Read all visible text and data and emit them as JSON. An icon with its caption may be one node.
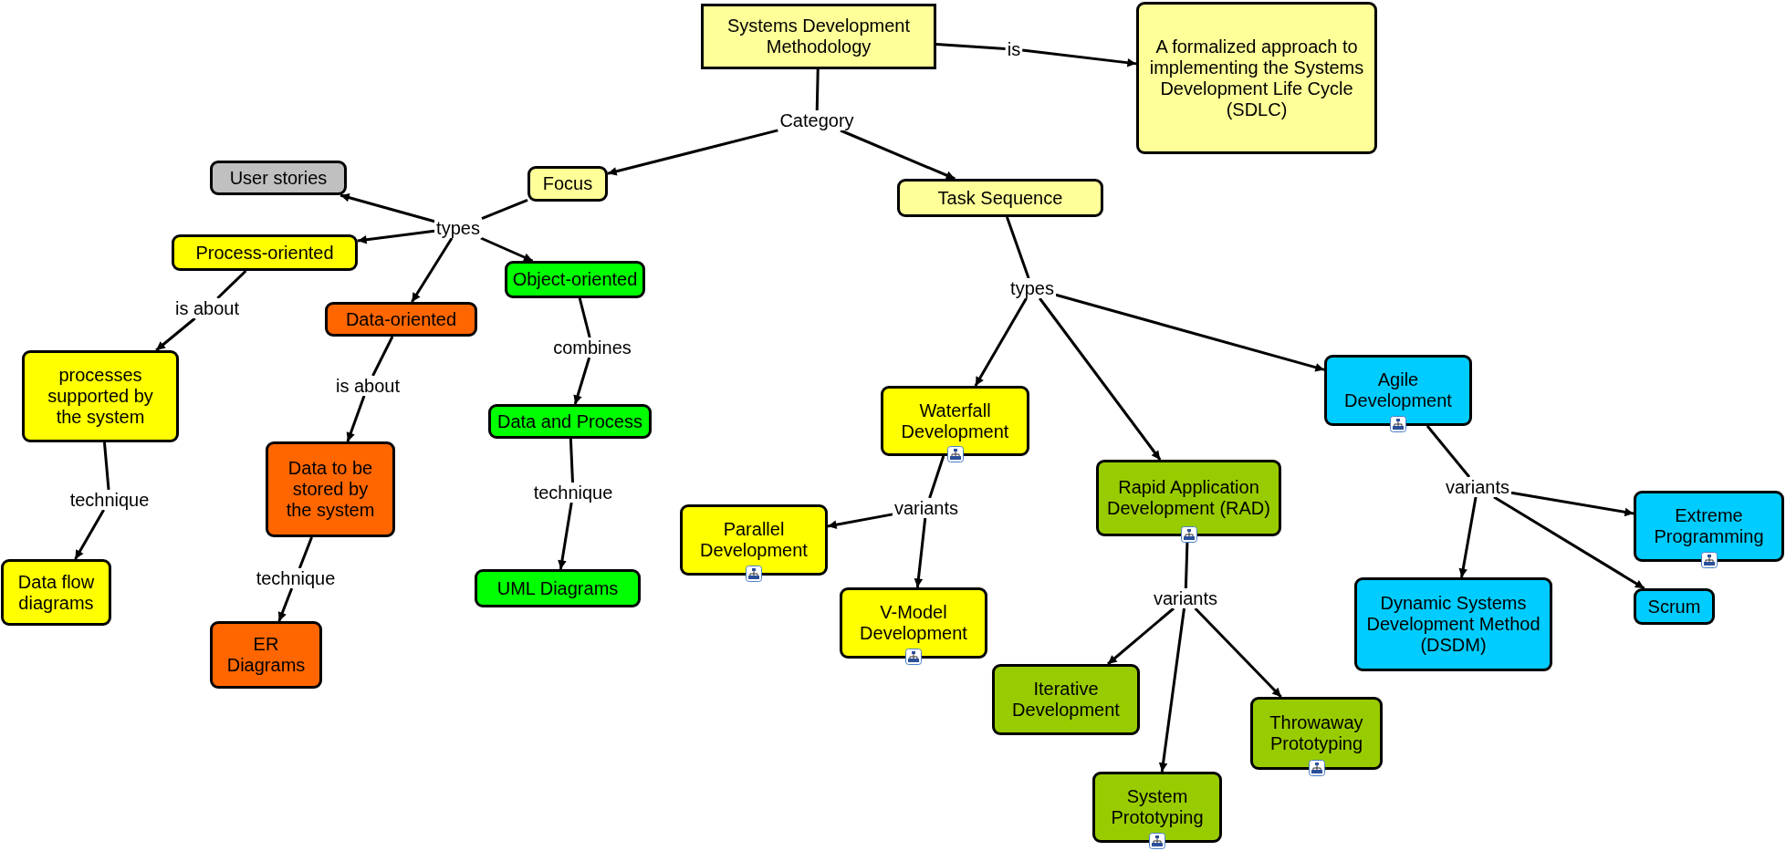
{
  "diagram": {
    "nodes": [
      {
        "text": [
          "Systems Development Methodology"
        ]
      },
      {
        "text": [
          "is"
        ]
      },
      {
        "text": [
          "A formalized approach to implementing the Systems Development Life Cycle (SDLC)"
        ]
      },
      {
        "text": [
          "Category"
        ]
      },
      {
        "text": [
          "Focus"
        ]
      },
      {
        "text": [
          "Task Sequence"
        ]
      },
      {
        "text": [
          "User stories"
        ]
      },
      {
        "text": [
          "types"
        ]
      },
      {
        "text": [
          "Process-oriented"
        ]
      },
      {
        "text": [
          "Data-oriented"
        ]
      },
      {
        "text": [
          "Object-oriented"
        ]
      },
      {
        "text": [
          "is about"
        ]
      },
      {
        "text": [
          "processes supported by the system"
        ]
      },
      {
        "text": [
          "is about"
        ]
      },
      {
        "text": [
          "Data to be stored by the system"
        ]
      },
      {
        "text": [
          "combines"
        ]
      },
      {
        "text": [
          "Data and Process"
        ]
      },
      {
        "text": [
          "technique"
        ]
      },
      {
        "text": [
          "Data flow diagrams"
        ]
      },
      {
        "text": [
          "technique"
        ]
      },
      {
        "text": [
          "ER Diagrams"
        ]
      },
      {
        "text": [
          "technique"
        ]
      },
      {
        "text": [
          "UML Diagrams"
        ]
      },
      {
        "text": [
          "types"
        ]
      },
      {
        "text": [
          "Waterfall Development"
        ]
      },
      {
        "text": [
          "Rapid Application Development (RAD)"
        ]
      },
      {
        "text": [
          "Agile Development"
        ]
      },
      {
        "text": [
          "variants"
        ]
      },
      {
        "text": [
          "Parallel Development"
        ]
      },
      {
        "text": [
          "V-Model Development"
        ]
      },
      {
        "text": [
          "variants"
        ]
      },
      {
        "text": [
          "Iterative Development"
        ]
      },
      {
        "text": [
          "System Prototyping"
        ]
      },
      {
        "text": [
          "Throwaway Prototyping"
        ]
      },
      {
        "text": [
          "variants"
        ]
      },
      {
        "text": [
          "Extreme Programming"
        ]
      },
      {
        "text": [
          "Dynamic Systems Development Method (DSDM)"
        ]
      },
      {
        "text": [
          "Scrum"
        ]
      }
    ],
    "edges": [
      {
        "from": 0,
        "to": 1,
        "arrow": "none"
      },
      {
        "from": 1,
        "to": 2,
        "arrow": "to"
      },
      {
        "from": 0,
        "to": 3,
        "arrow": "none"
      },
      {
        "from": 3,
        "to": 4,
        "arrow": "to"
      },
      {
        "from": 3,
        "to": 5,
        "arrow": "to"
      },
      {
        "from": 4,
        "to": 7,
        "arrow": "none"
      },
      {
        "from": 7,
        "to": 6,
        "arrow": "to"
      },
      {
        "from": 7,
        "to": 8,
        "arrow": "to"
      },
      {
        "from": 7,
        "to": 9,
        "arrow": "to"
      },
      {
        "from": 7,
        "to": 10,
        "arrow": "to"
      },
      {
        "from": 8,
        "to": 11,
        "arrow": "none"
      },
      {
        "from": 11,
        "to": 12,
        "arrow": "to"
      },
      {
        "from": 9,
        "to": 13,
        "arrow": "none"
      },
      {
        "from": 13,
        "to": 14,
        "arrow": "to"
      },
      {
        "from": 10,
        "to": 15,
        "arrow": "none"
      },
      {
        "from": 15,
        "to": 16,
        "arrow": "to"
      },
      {
        "from": 12,
        "to": 17,
        "arrow": "none"
      },
      {
        "from": 17,
        "to": 18,
        "arrow": "to"
      },
      {
        "from": 14,
        "to": 19,
        "arrow": "none"
      },
      {
        "from": 19,
        "to": 20,
        "arrow": "to"
      },
      {
        "from": 16,
        "to": 21,
        "arrow": "none"
      },
      {
        "from": 21,
        "to": 22,
        "arrow": "to"
      },
      {
        "from": 5,
        "to": 23,
        "arrow": "none"
      },
      {
        "from": 23,
        "to": 24,
        "arrow": "to"
      },
      {
        "from": 23,
        "to": 25,
        "arrow": "to"
      },
      {
        "from": 23,
        "to": 26,
        "arrow": "to"
      },
      {
        "from": 24,
        "to": 27,
        "arrow": "none"
      },
      {
        "from": 27,
        "to": 28,
        "arrow": "to"
      },
      {
        "from": 27,
        "to": 29,
        "arrow": "to"
      },
      {
        "from": 25,
        "to": 30,
        "arrow": "none"
      },
      {
        "from": 30,
        "to": 31,
        "arrow": "to"
      },
      {
        "from": 30,
        "to": 32,
        "arrow": "to"
      },
      {
        "from": 30,
        "to": 33,
        "arrow": "to"
      },
      {
        "from": 26,
        "to": 34,
        "arrow": "none"
      },
      {
        "from": 34,
        "to": 35,
        "arrow": "to"
      },
      {
        "from": 34,
        "to": 36,
        "arrow": "to"
      },
      {
        "from": 34,
        "to": 37,
        "arrow": "to"
      }
    ]
  }
}
